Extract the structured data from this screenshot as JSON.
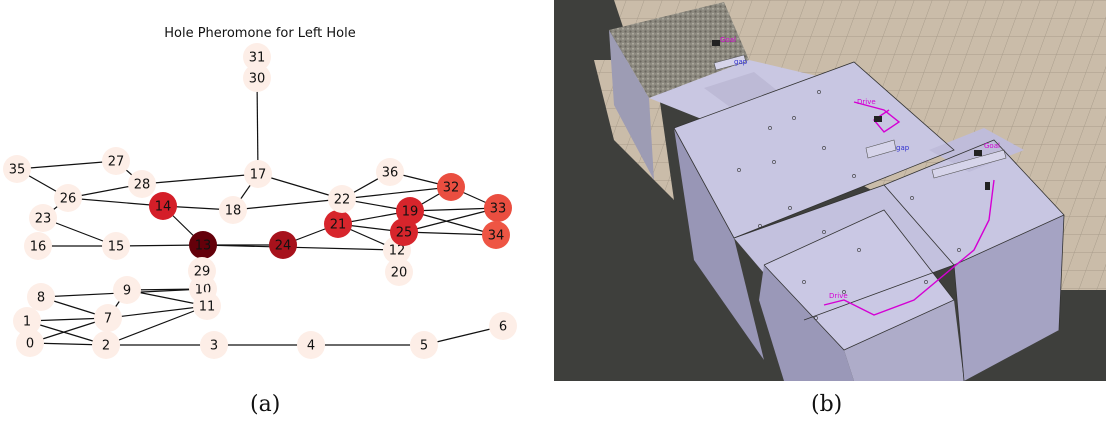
{
  "graph": {
    "title": "Hole Pheromone for Left Hole",
    "nodes": [
      {
        "id": "0",
        "level": 0.0
      },
      {
        "id": "1",
        "level": 0.0
      },
      {
        "id": "2",
        "level": 0.0
      },
      {
        "id": "3",
        "level": 0.0
      },
      {
        "id": "4",
        "level": 0.0
      },
      {
        "id": "5",
        "level": 0.0
      },
      {
        "id": "6",
        "level": 0.0
      },
      {
        "id": "7",
        "level": 0.0
      },
      {
        "id": "8",
        "level": 0.0
      },
      {
        "id": "9",
        "level": 0.0
      },
      {
        "id": "10",
        "level": 0.0
      },
      {
        "id": "11",
        "level": 0.0
      },
      {
        "id": "12",
        "level": 0.0
      },
      {
        "id": "13",
        "level": 1.0
      },
      {
        "id": "14",
        "level": 0.75
      },
      {
        "id": "15",
        "level": 0.0
      },
      {
        "id": "16",
        "level": 0.0
      },
      {
        "id": "17",
        "level": 0.0
      },
      {
        "id": "18",
        "level": 0.0
      },
      {
        "id": "19",
        "level": 0.72
      },
      {
        "id": "20",
        "level": 0.0
      },
      {
        "id": "21",
        "level": 0.72
      },
      {
        "id": "22",
        "level": 0.0
      },
      {
        "id": "23",
        "level": 0.0
      },
      {
        "id": "24",
        "level": 0.85
      },
      {
        "id": "25",
        "level": 0.72
      },
      {
        "id": "26",
        "level": 0.0
      },
      {
        "id": "27",
        "level": 0.0
      },
      {
        "id": "28",
        "level": 0.0
      },
      {
        "id": "29",
        "level": 0.0
      },
      {
        "id": "30",
        "level": 0.0
      },
      {
        "id": "31",
        "level": 0.0
      },
      {
        "id": "32",
        "level": 0.55
      },
      {
        "id": "33",
        "level": 0.55
      },
      {
        "id": "34",
        "level": 0.52
      },
      {
        "id": "35",
        "level": 0.0
      },
      {
        "id": "36",
        "level": 0.0
      }
    ],
    "edges": [
      [
        "0",
        "1"
      ],
      [
        "0",
        "7"
      ],
      [
        "0",
        "2"
      ],
      [
        "1",
        "7"
      ],
      [
        "1",
        "2"
      ],
      [
        "7",
        "8"
      ],
      [
        "7",
        "9"
      ],
      [
        "7",
        "11"
      ],
      [
        "2",
        "7"
      ],
      [
        "2",
        "11"
      ],
      [
        "8",
        "10"
      ],
      [
        "9",
        "10"
      ],
      [
        "9",
        "11"
      ],
      [
        "2",
        "3"
      ],
      [
        "3",
        "4"
      ],
      [
        "4",
        "5"
      ],
      [
        "5",
        "6"
      ],
      [
        "16",
        "15"
      ],
      [
        "15",
        "13"
      ],
      [
        "23",
        "15"
      ],
      [
        "23",
        "26"
      ],
      [
        "26",
        "35"
      ],
      [
        "35",
        "27"
      ],
      [
        "27",
        "28"
      ],
      [
        "26",
        "28"
      ],
      [
        "26",
        "14"
      ],
      [
        "14",
        "13"
      ],
      [
        "14",
        "18"
      ],
      [
        "18",
        "17"
      ],
      [
        "28",
        "17"
      ],
      [
        "17",
        "22"
      ],
      [
        "17",
        "30"
      ],
      [
        "18",
        "22"
      ],
      [
        "13",
        "24"
      ],
      [
        "24",
        "21"
      ],
      [
        "13",
        "12"
      ],
      [
        "21",
        "12"
      ],
      [
        "21",
        "22"
      ],
      [
        "21",
        "19"
      ],
      [
        "21",
        "25"
      ],
      [
        "22",
        "36"
      ],
      [
        "36",
        "32"
      ],
      [
        "22",
        "32"
      ],
      [
        "22",
        "19"
      ],
      [
        "19",
        "32"
      ],
      [
        "32",
        "33"
      ],
      [
        "19",
        "33"
      ],
      [
        "19",
        "34"
      ],
      [
        "25",
        "33"
      ],
      [
        "25",
        "34"
      ],
      [
        "25",
        "12"
      ],
      [
        "13",
        "29"
      ]
    ]
  },
  "scene": {
    "labels": {
      "goal_label": "Goal",
      "gap_label": "gap",
      "drive_label": "Drive"
    }
  },
  "captions": {
    "a": "(a)",
    "b": "(b)"
  }
}
